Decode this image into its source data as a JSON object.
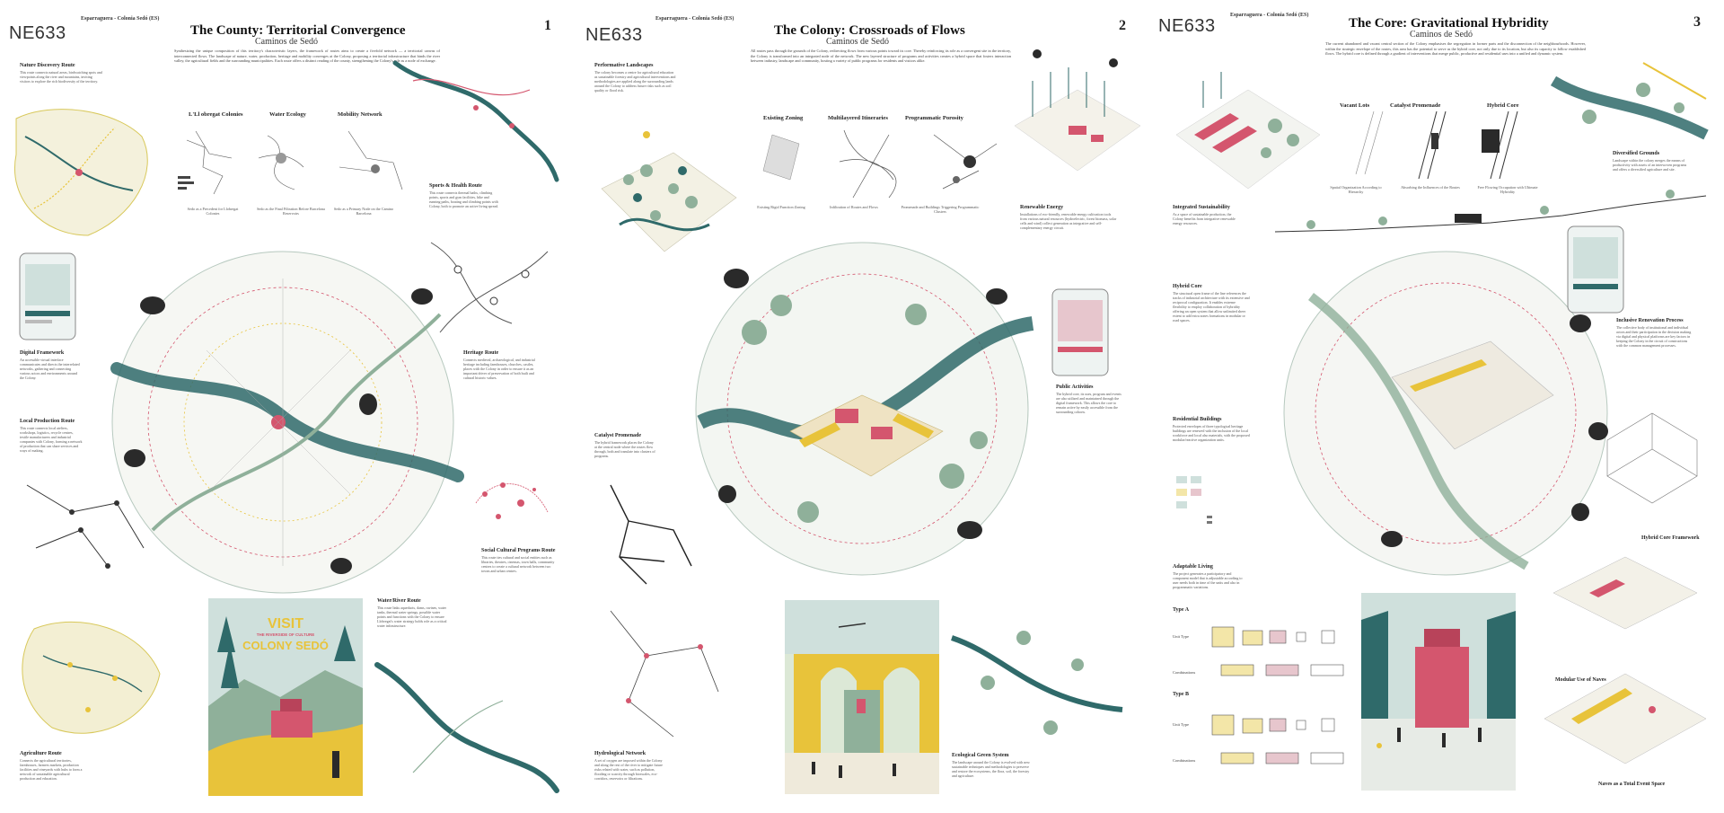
{
  "panels": [
    {
      "code": "NE633",
      "location": "Esparraguera - Colonia Sedó (ES)",
      "title": "The County: Territorial Convergence",
      "subtitle": "Caminos de Sedó",
      "number": "1",
      "intro": "Synthesizing the unique composition of this territory's characteristic layers, the framework of routes aims to create a fivefold network — a territorial canvas of interconnected flows. The landscape of nature, water, production, heritage and mobility converges at the Colony, proposing a territorial infrastructure that binds the river valley, the agricultural fields and the surrounding municipalities. Each route offers a distinct reading of the county, strengthening the Colony's role as a node of exchange.",
      "diagrams": [
        {
          "title": "L'Ll obregat Colonies",
          "caption": "Sedo as a Precedent for Llobregat Colonies"
        },
        {
          "title": "Water Ecology",
          "caption": "Sedo as the Final Filtration Before Barcelona Reservoirs"
        },
        {
          "title": "Mobility Network",
          "caption": "Sedo as a Primary Node on the Camino Barcelona"
        }
      ],
      "routes": [
        {
          "title": "Nature Discovery Route",
          "body": "This route connects natural areas, birdwatching spots and viewpoints along the river and mountains, inviting visitors to explore the rich biodiversity of the territory."
        },
        {
          "title": "Digital Framework",
          "body": "An accessible virtual interface communicates and directs the interrelated networks, gathering and connecting various actors and environments around the Colony."
        },
        {
          "title": "Local Production Route",
          "body": "This route connects local ateliers, workshops, logistics, recycle centres, textile manufacturers and industrial companies with Colony, forming a network of production that can share services and ways of making."
        },
        {
          "title": "Agriculture Route",
          "body": "Connects the agricultural territories, farmhouses, farmers markets, production facilities and vineyards with hubs to form a network of sustainable agricultural production and education."
        },
        {
          "title": "Sports & Health Route",
          "body": "This route connects thermal baths, climbing points, sports and gym facilities, hike and running paths, boating and climbing points with Colony, both to promote an active living spread."
        },
        {
          "title": "Heritage Route",
          "body": "Connects medieval, archaeological, and industrial heritage including farmhouses, churches, castles, places with the Colony in order to ensure it as an important driver of preservation of both built and cultural historic values."
        },
        {
          "title": "Social Cultural Programs Route",
          "body": "This route ties cultural and social entities such as libraries, theatres, cinemas, town halls, community centres to create a cultural network between two towns and urban centres."
        },
        {
          "title": "Water/River Route",
          "body": "This route links aqueducts, dams, ravines, water tanks, thermal water springs, possible water points and functions with the Colony to ensure Llobregat's water strategy holds role as a critical water infrastructure."
        }
      ],
      "poster": {
        "line1": "VISIT",
        "line2": "THE RIVERSIDE OF CULTURE",
        "line3": "COLONY SEDÓ"
      }
    },
    {
      "code": "NE633",
      "location": "Esparraguera - Colonia Sedó (ES)",
      "title": "The Colony: Crossroads of Flows",
      "subtitle": "Caminos de Sedó",
      "number": "2",
      "intro": "All routes pass through the grounds of the Colony, redirecting flows from various points toward its core. Thereby reinforcing its role as a convergent site in the territory, the Colony is transformed into an integrated node of the network. The new layered structure of programs and activities creates a hybrid space that fosters interaction between industry, landscape and community, hosting a variety of public programs for residents and visitors alike.",
      "diagrams": [
        {
          "title": "Existing Zoning",
          "caption": "Existing Rigid Function Zoning"
        },
        {
          "title": "Multilayered Itineraries",
          "caption": "Infiltration of Routes and Flows"
        },
        {
          "title": "Programmatic Porosity",
          "caption": "Promenade and Buildings Triggering Programmatic Clusters"
        }
      ],
      "routes": [
        {
          "title": "Performative Landscapes",
          "body": "The colony becomes a centre for agricultural education as sustainable forestry and agricultural interventions and methodologies are applied along the surrounding lands around the Colony to address future risks such as soil quality or flood risk."
        },
        {
          "title": "Renewable Energy",
          "body": "Installations of eco-friendly, renewable energy cultivation tools from various natural resources (hydroelectric, forest biomass, solar cells and wind) collect generation as integrative and self-complementary energy circuit."
        },
        {
          "title": "Public Activities",
          "body": "The hybrid core, its uses, program and events are also utilized and maintained through the digital framework. This allows the core to remain active by easily accessible from the surrounding cohorts."
        },
        {
          "title": "Catalyst Promenade",
          "body": "The hybrid framework places the Colony at the central node where the routes flow through, both and translate into clusters of programs."
        },
        {
          "title": "Hydrological Network",
          "body": "A set of oxygen are imposed within the Colony and along the rest of the river to mitigate future risks related with water, such as pollution, flooding or scarcity through bioswales, eco-corridors, reservoirs or filtrations."
        },
        {
          "title": "Ecological Green System",
          "body": "The landscape around the Colony is evolved with new sustainable techniques and methodologies to preserve and restore the ecosystems, the flora, soil, the forestry and agriculture."
        }
      ]
    },
    {
      "code": "NE633",
      "location": "Esparraguera - Colonia Sedó (ES)",
      "title": "The Core: Gravitational Hybridity",
      "subtitle": "Caminos de Sedó",
      "number": "3",
      "intro": "The current abandoned and vacant central section of the Colony emphasises the segregation in former parts and the disconnection of the neighbourhoods. However, within the strategic envelope of the routes, this area has the potential to serve as the hybrid core, not only due to its location, but also its capacity to follow established flows. The hybrid core is defined through a gradient of interventions that merge public, productive and residential uses into a unified and dynamic system.",
      "diagrams": [
        {
          "title": "Vacant Lots",
          "caption": "Spatial Organization According to Hierarchy"
        },
        {
          "title": "Catalyst Promenade",
          "caption": "Absorbing the Influences of the Routes"
        },
        {
          "title": "Hybrid Core",
          "caption": "Free Flowing Occupation with Ultimate Hybridity"
        }
      ],
      "routes": [
        {
          "title": "Integrated Sustainability",
          "body": "As a space of sustainable production, the Colony benefits from integrative renewable energy resources."
        },
        {
          "title": "Diversified Grounds",
          "body": "Landscape within the colony merges the means of productivity with assets of an interwoven programs and offers a diversified agriculture and site."
        },
        {
          "title": "Hybrid Core",
          "body": "The structural open frame of the line references the tracks of industrial architecture with its extensive and reciprocal configuration. It enables extreme flexibility to employ collaboration of hybridity offering an open system that allow unlimited sheer extent to add extra zones formations in modular or road spaces."
        },
        {
          "title": "Inclusive Renovation Process",
          "body": "The collective body of institutional and individual actors and their participation in the decision making via digital and physical platforms are key factors in keeping the Colony in the circuit of constructions with the common management processes."
        },
        {
          "title": "Residential Buildings",
          "body": "Protected envelopes of three typological heritage buildings are renewed with the inclusion of the local workforce and local also materials, with the proposed modular/reactive organization units."
        },
        {
          "title": "Adaptable Living",
          "body": "The project generates a participatory and component model that is adjustable according to user needs both in time of the units and also in programmatic variations."
        }
      ],
      "labels": {
        "framework": "Hybrid Core Framework",
        "modular": "Modular Use of Naves",
        "event": "Naves as a Total Event Space",
        "typeA": "Type A",
        "typeB": "Type B",
        "unitType": "Unit Type",
        "combinations": "Combinations"
      }
    }
  ],
  "colors": {
    "teal": "#2f6a6a",
    "sage": "#8fb09a",
    "pink": "#d4566e",
    "yellow": "#e8c33a",
    "dark": "#2a2a2a",
    "paper": "#ffffff"
  }
}
